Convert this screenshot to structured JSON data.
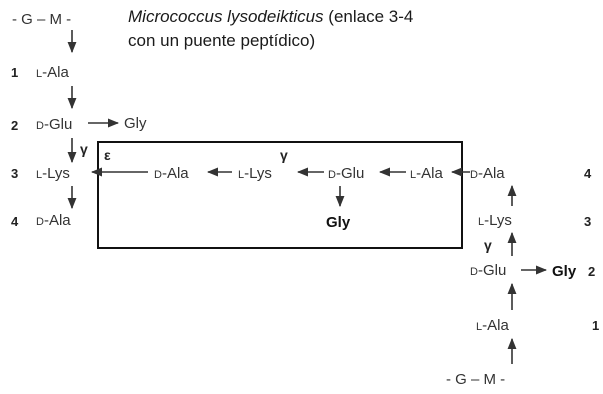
{
  "caption": {
    "italic": "Micrococcus lysodeikticus",
    "rest1": " (enlace 3-4",
    "line2": "con un puente peptídico)"
  },
  "left_chain": {
    "top": "- G – M -",
    "rows": [
      {
        "num": "1",
        "prefix": "L",
        "suffix": "-Ala"
      },
      {
        "num": "2",
        "prefix": "D",
        "suffix": "-Glu",
        "side": "Gly"
      },
      {
        "num": "3",
        "prefix": "L",
        "suffix": "-Lys"
      },
      {
        "num": "4",
        "prefix": "D",
        "suffix": "-Ala"
      }
    ],
    "gamma": "γ"
  },
  "bridge": {
    "epsilon": "ε",
    "gamma": "γ",
    "items": [
      {
        "prefix": "D",
        "suffix": "-Ala"
      },
      {
        "prefix": "L",
        "suffix": "-Lys"
      },
      {
        "prefix": "D",
        "suffix": "-Glu"
      },
      {
        "prefix": "L",
        "suffix": "-Ala"
      }
    ],
    "gly": "Gly"
  },
  "right_chain": {
    "rows": [
      {
        "num": "4",
        "prefix": "D",
        "suffix": "-Ala"
      },
      {
        "num": "3",
        "prefix": "L",
        "suffix": "-Lys"
      },
      {
        "num": "2",
        "prefix": "D",
        "suffix": "-Glu",
        "side": "Gly"
      },
      {
        "num": "1",
        "prefix": "L",
        "suffix": "-Ala"
      }
    ],
    "gamma": "γ",
    "bottom": "- G – M -"
  },
  "colors": {
    "ink": "#333333",
    "box": "#111111"
  }
}
